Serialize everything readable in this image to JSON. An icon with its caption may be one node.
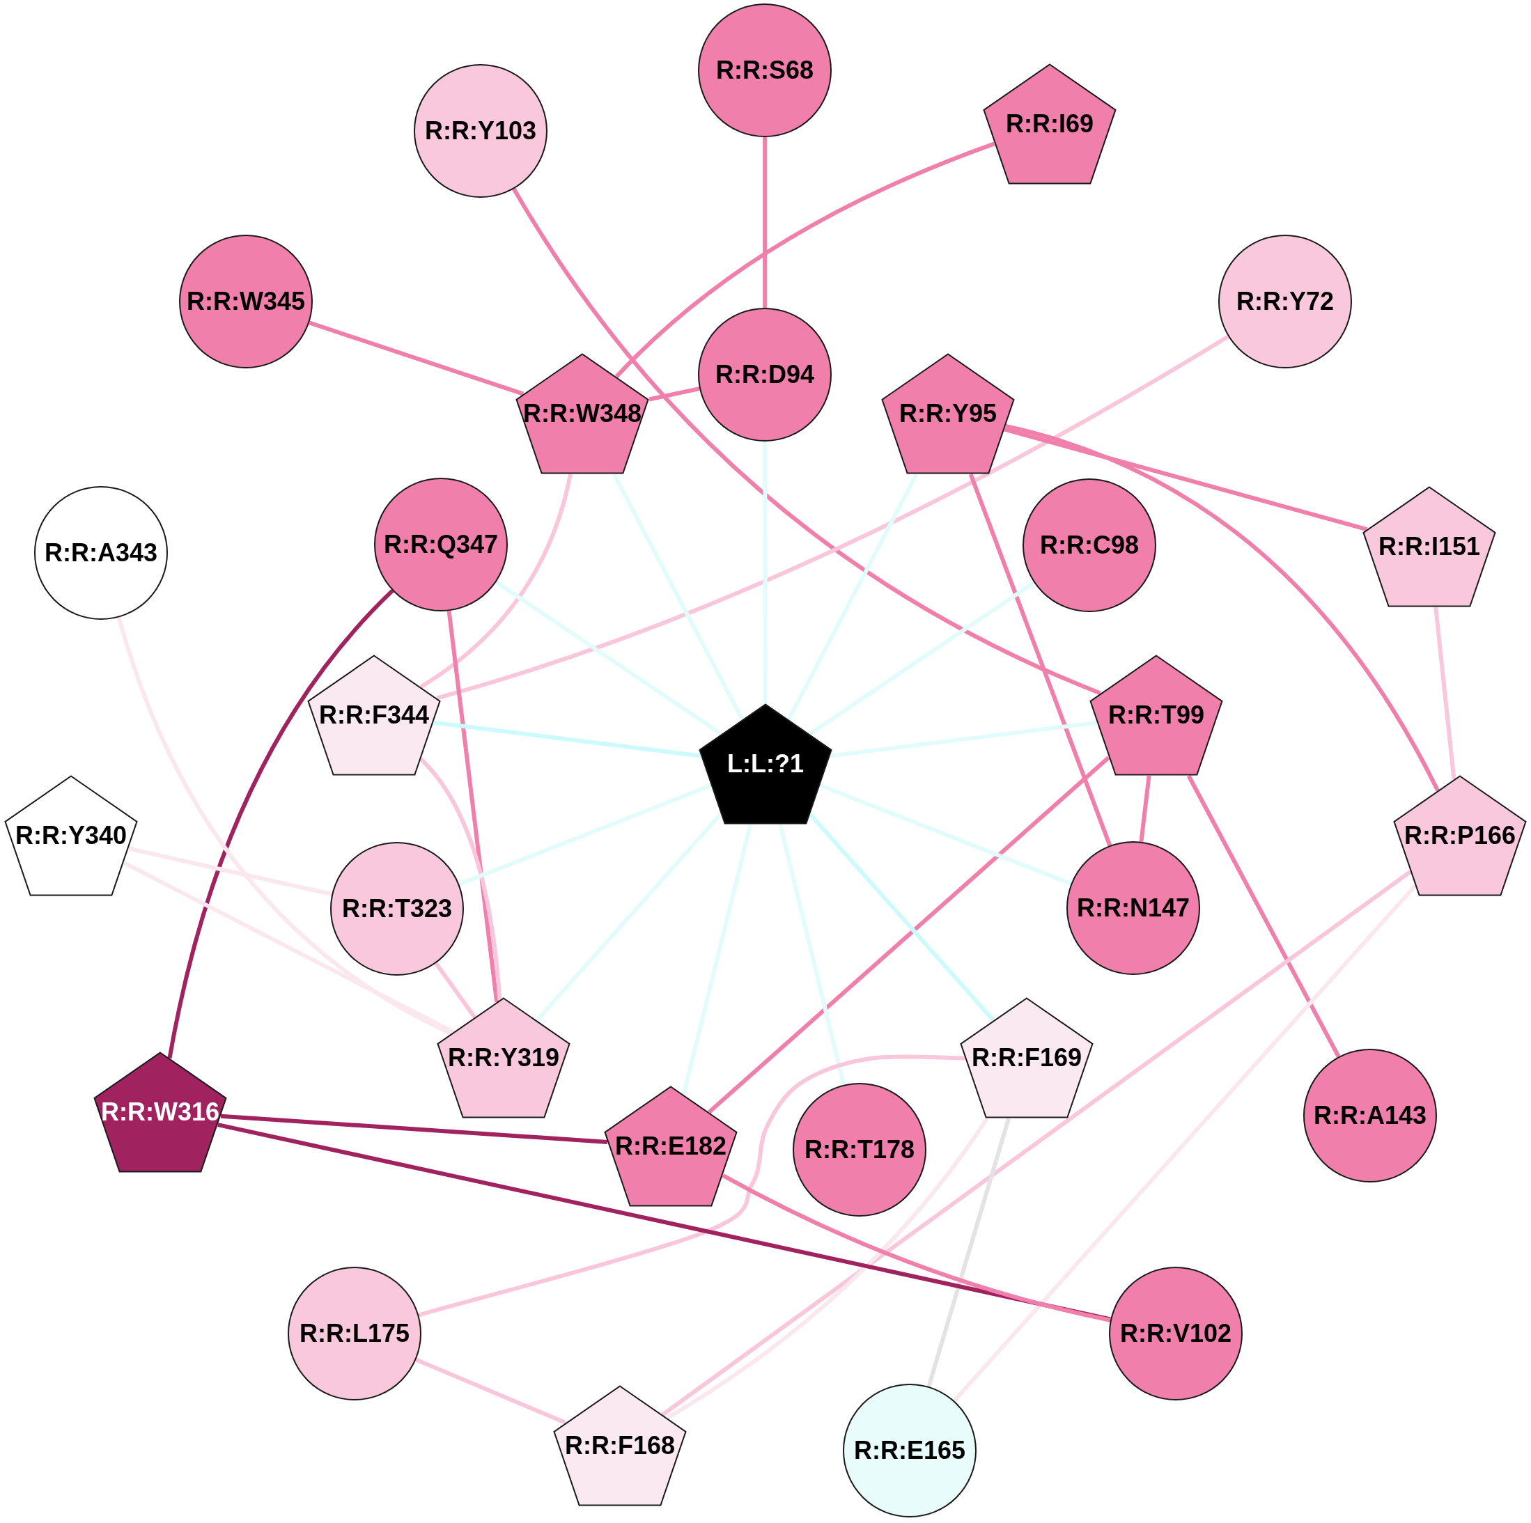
{
  "diagram": {
    "nodes": [
      {
        "text": [
          "R:R:S68"
        ]
      },
      {
        "text": [
          "R:R:I69"
        ]
      },
      {
        "text": [
          "R:R:Y103"
        ]
      },
      {
        "text": [
          "R:R:W345"
        ]
      },
      {
        "text": [
          "R:R:Y72"
        ]
      },
      {
        "text": [
          "R:R:D94"
        ]
      },
      {
        "text": [
          "R:R:W348"
        ]
      },
      {
        "text": [
          "R:R:Y95"
        ]
      },
      {
        "text": [
          "R:R:Q347"
        ]
      },
      {
        "text": [
          "R:R:C98"
        ]
      },
      {
        "text": [
          "R:R:I151"
        ]
      },
      {
        "text": [
          "R:R:A343"
        ]
      },
      {
        "text": [
          "R:R:F344"
        ]
      },
      {
        "text": [
          "R:R:T99"
        ]
      },
      {
        "text": [
          "L:L:?1"
        ]
      },
      {
        "text": [
          "R:R:Y340"
        ]
      },
      {
        "text": [
          "R:R:P166"
        ]
      },
      {
        "text": [
          "R:R:N147"
        ]
      },
      {
        "text": [
          "R:R:T323"
        ]
      },
      {
        "text": [
          "R:R:Y319"
        ]
      },
      {
        "text": [
          "R:R:F169"
        ]
      },
      {
        "text": [
          "R:R:W316"
        ]
      },
      {
        "text": [
          "R:R:A143"
        ]
      },
      {
        "text": [
          "R:R:E182"
        ]
      },
      {
        "text": [
          "R:R:T178"
        ]
      },
      {
        "text": [
          "R:R:L175"
        ]
      },
      {
        "text": [
          "R:R:V102"
        ]
      },
      {
        "text": [
          "R:R:F168"
        ]
      },
      {
        "text": [
          "R:R:E165"
        ]
      }
    ],
    "edges": [
      {
        "from": 0,
        "to": 5,
        "arrow": "none",
        "color": "#f07fab"
      },
      {
        "from": 1,
        "to": 6,
        "arrow": "none",
        "color": "#f07fab"
      },
      {
        "from": 2,
        "to": 13,
        "arrow": "none",
        "color": "#f07fab"
      },
      {
        "from": 3,
        "to": 6,
        "arrow": "none",
        "color": "#f07fab"
      },
      {
        "from": 4,
        "to": 12,
        "arrow": "none",
        "color": "#f9c6dc"
      },
      {
        "from": 5,
        "to": 6,
        "arrow": "none",
        "color": "#f07fab"
      },
      {
        "from": 6,
        "to": 12,
        "arrow": "none",
        "color": "#f9c6dc"
      },
      {
        "from": 7,
        "to": 10,
        "arrow": "none",
        "color": "#f07fab"
      },
      {
        "from": 7,
        "to": 16,
        "arrow": "none",
        "color": "#f07fab"
      },
      {
        "from": 7,
        "to": 17,
        "arrow": "none",
        "color": "#f07fab"
      },
      {
        "from": 8,
        "to": 19,
        "arrow": "none",
        "color": "#f07fab"
      },
      {
        "from": 8,
        "to": 21,
        "arrow": "none",
        "color": "#a0235f"
      },
      {
        "from": 10,
        "to": 16,
        "arrow": "none",
        "color": "#f9c6dc"
      },
      {
        "from": 11,
        "to": 19,
        "arrow": "none",
        "color": "#fbe8ef"
      },
      {
        "from": 12,
        "to": 19,
        "arrow": "none",
        "color": "#f9c6dc"
      },
      {
        "from": 13,
        "to": 17,
        "arrow": "none",
        "color": "#f07fab"
      },
      {
        "from": 13,
        "to": 22,
        "arrow": "none",
        "color": "#f07fab"
      },
      {
        "from": 13,
        "to": 23,
        "arrow": "none",
        "color": "#f07fab"
      },
      {
        "from": 14,
        "to": 5,
        "arrow": "none",
        "color": "#e2fcfc"
      },
      {
        "from": 14,
        "to": 6,
        "arrow": "none",
        "color": "#e2fcfc"
      },
      {
        "from": 14,
        "to": 7,
        "arrow": "none",
        "color": "#e2fcfc"
      },
      {
        "from": 14,
        "to": 8,
        "arrow": "none",
        "color": "#e2fcfc"
      },
      {
        "from": 14,
        "to": 9,
        "arrow": "none",
        "color": "#e2fcfc"
      },
      {
        "from": 14,
        "to": 12,
        "arrow": "none",
        "color": "#cdfafc"
      },
      {
        "from": 14,
        "to": 13,
        "arrow": "none",
        "color": "#e2fcfc"
      },
      {
        "from": 14,
        "to": 17,
        "arrow": "none",
        "color": "#e2fcfc"
      },
      {
        "from": 14,
        "to": 18,
        "arrow": "none",
        "color": "#e2fcfc"
      },
      {
        "from": 14,
        "to": 19,
        "arrow": "none",
        "color": "#e2fcfc"
      },
      {
        "from": 14,
        "to": 20,
        "arrow": "none",
        "color": "#cdfafc"
      },
      {
        "from": 14,
        "to": 23,
        "arrow": "none",
        "color": "#e2fcfc"
      },
      {
        "from": 14,
        "to": 24,
        "arrow": "none",
        "color": "#e2fcfc"
      },
      {
        "from": 15,
        "to": 18,
        "arrow": "none",
        "color": "#fbe8ef"
      },
      {
        "from": 15,
        "to": 19,
        "arrow": "none",
        "color": "#fbe8ef"
      },
      {
        "from": 16,
        "to": 27,
        "arrow": "none",
        "color": "#f9c6dc"
      },
      {
        "from": 16,
        "to": 28,
        "arrow": "none",
        "color": "#fbe8ef"
      },
      {
        "from": 18,
        "to": 19,
        "arrow": "none",
        "color": "#f9c6dc"
      },
      {
        "from": 20,
        "to": 25,
        "arrow": "none",
        "color": "#f9c6dc"
      },
      {
        "from": 20,
        "to": 27,
        "arrow": "none",
        "color": "#fbe8ef"
      },
      {
        "from": 20,
        "to": 28,
        "arrow": "none",
        "color": "#e3e3e3"
      },
      {
        "from": 21,
        "to": 23,
        "arrow": "none",
        "color": "#a0235f"
      },
      {
        "from": 21,
        "to": 26,
        "arrow": "none",
        "color": "#a0235f"
      },
      {
        "from": 23,
        "to": 26,
        "arrow": "none",
        "color": "#f07fab"
      },
      {
        "from": 25,
        "to": 27,
        "arrow": "none",
        "color": "#f9c6dc"
      }
    ]
  }
}
